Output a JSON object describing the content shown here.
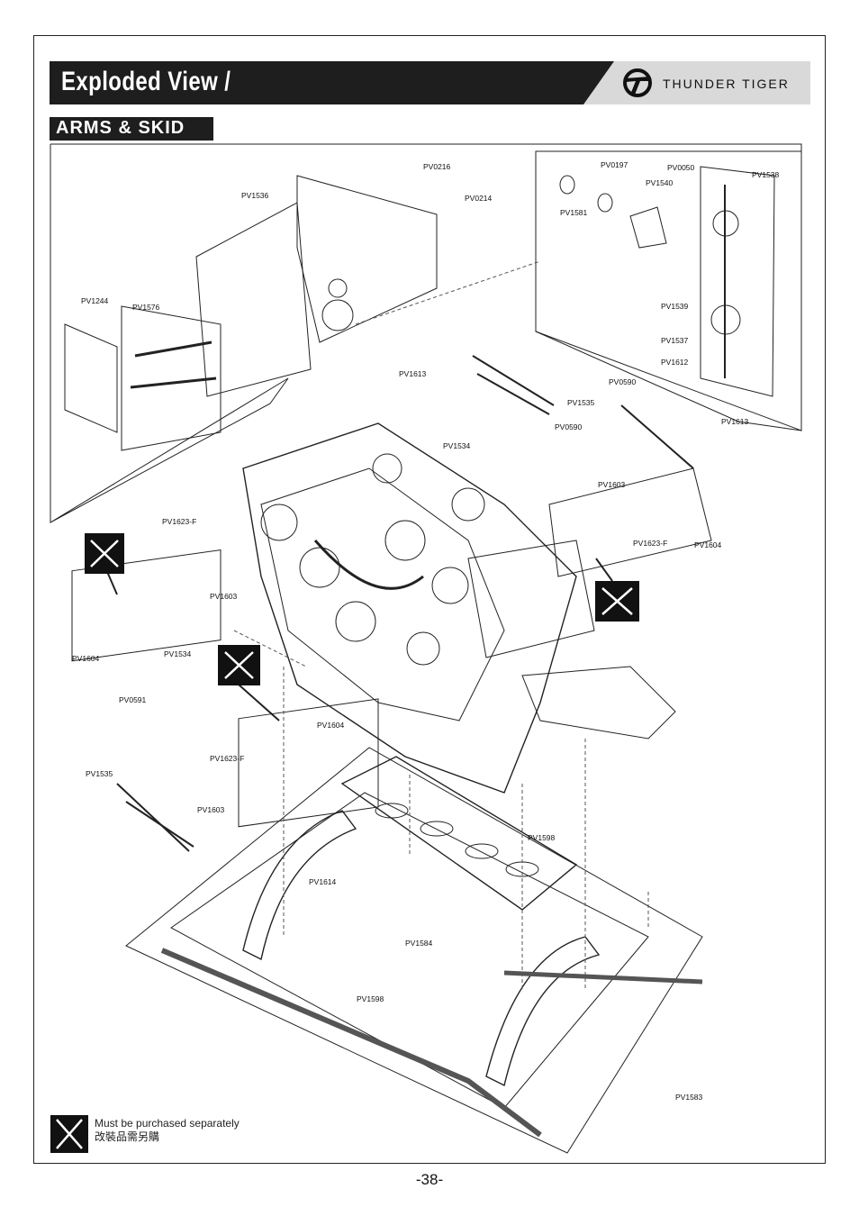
{
  "header": {
    "title": "Exploded View /",
    "brand": "THUNDER TIGER"
  },
  "section": {
    "title": "ARMS & SKID"
  },
  "parts": {
    "pv0216": "PV0216",
    "pv0214": "PV0214",
    "pv1536": "PV1536",
    "pv1244": "PV1244",
    "pv1576": "PV1576",
    "pv0197": "PV0197",
    "pv0050": "PV0050",
    "pv1538": "PV1538",
    "pv1540": "PV1540",
    "pv1581": "PV1581",
    "pv1539": "PV1539",
    "pv1537": "PV1537",
    "pv1612": "PV1612",
    "pv1613_top": "PV1613",
    "pv0590_a": "PV0590",
    "pv1535_top": "PV1535",
    "pv0590_b": "PV0590",
    "pv1613_right": "PV1613",
    "pv1534_top": "PV1534",
    "pv1603_right": "PV1603",
    "pv1623f_right": "PV1623-F",
    "pv1604_right": "PV1604",
    "pv1623f_left": "PV1623-F",
    "pv1603_left": "PV1603",
    "pv1604_left": "PV1604",
    "pv1534_left": "PV1534",
    "pv0591": "PV0591",
    "pv1604_mid": "PV1604",
    "pv1623f_mid": "PV1623-F",
    "pv1535_left": "PV1535",
    "pv1603_mid": "PV1603",
    "pv1598_right": "PV1598",
    "pv1614": "PV1614",
    "pv1584": "PV1584",
    "pv1598_bottom": "PV1598",
    "pv1583": "PV1583"
  },
  "legend": {
    "line1": "Must be purchased separately",
    "line2": "改裝品需另購"
  },
  "page_number": "-38-"
}
